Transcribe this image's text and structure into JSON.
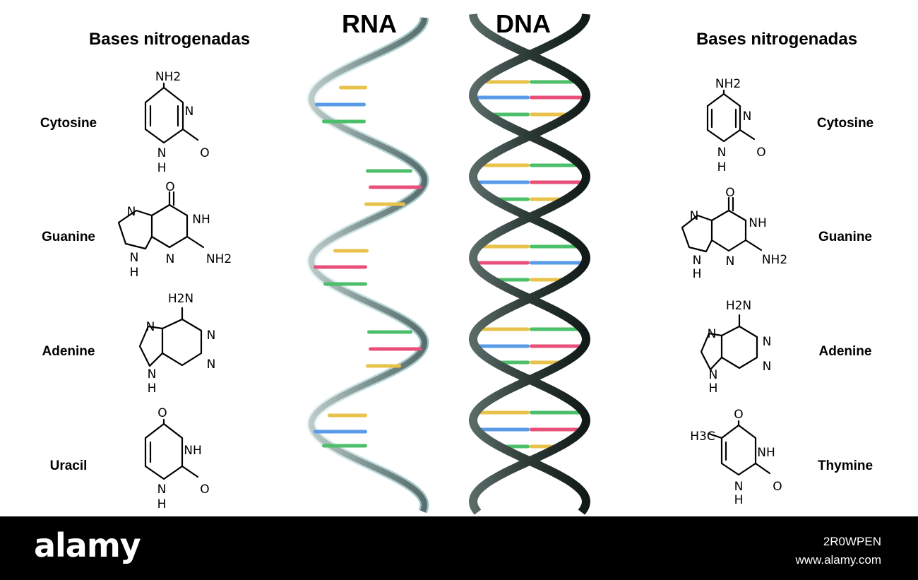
{
  "headings": {
    "left": "Bases nitrogenadas",
    "right": "Bases nitrogenadas",
    "rna": "RNA",
    "dna": "DNA"
  },
  "bases_left": [
    "Cytosine",
    "Guanine",
    "Adenine",
    "Uracil"
  ],
  "bases_right": [
    "Cytosine",
    "Guanine",
    "Adenine",
    "Thymine"
  ],
  "atoms": {
    "nh2": "NH2",
    "h2n": "H2N",
    "n": "N",
    "nh": "NH",
    "h": "H",
    "o": "O",
    "h3c": "H3C"
  },
  "colors": {
    "yellow": "#e8c24a",
    "blue": "#5a9be8",
    "red": "#e8507a",
    "green": "#4cbf6a",
    "rna_strand_light": "#cfe6e6",
    "dna_strand_dark": "#2e3f3b"
  },
  "watermark": {
    "logo": "alamy",
    "image_id": "2R0WPEN",
    "site": "www.alamy.com"
  }
}
